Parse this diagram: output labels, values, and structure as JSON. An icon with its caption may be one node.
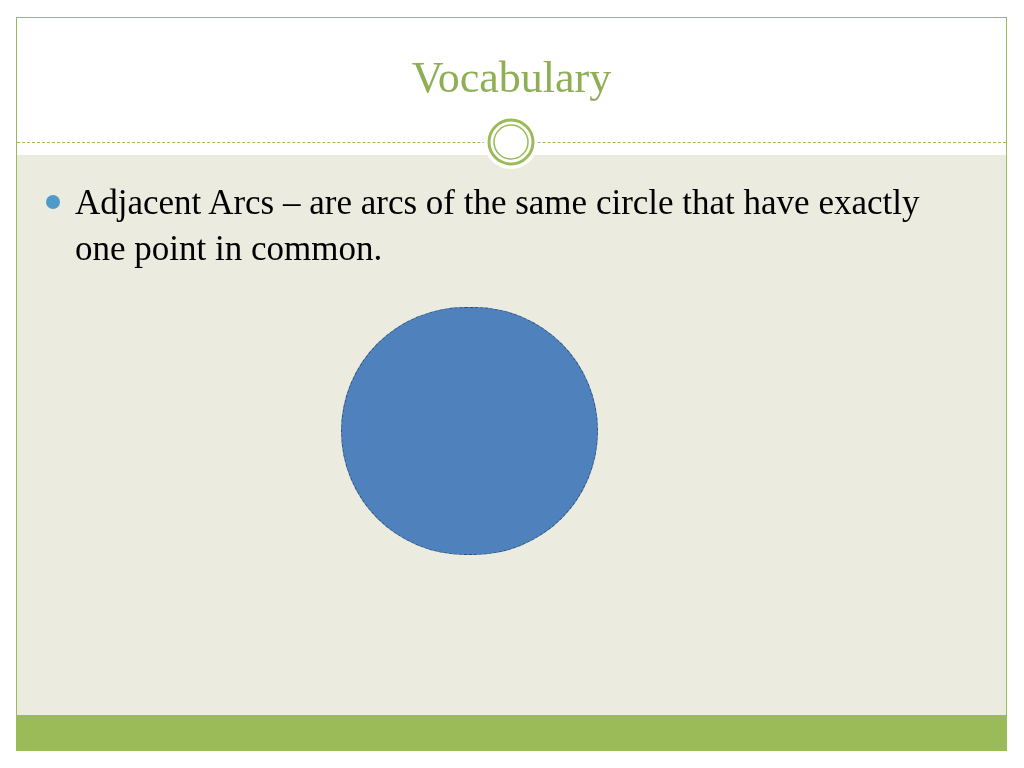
{
  "diagram": {
    "title": "Vocabulary",
    "nodes": [
      {
        "text": [],
        "shape": "circle"
      }
    ],
    "labels": [
      "Adjacent Arcs – are arcs of the same circle that have exactly one point in common."
    ]
  }
}
